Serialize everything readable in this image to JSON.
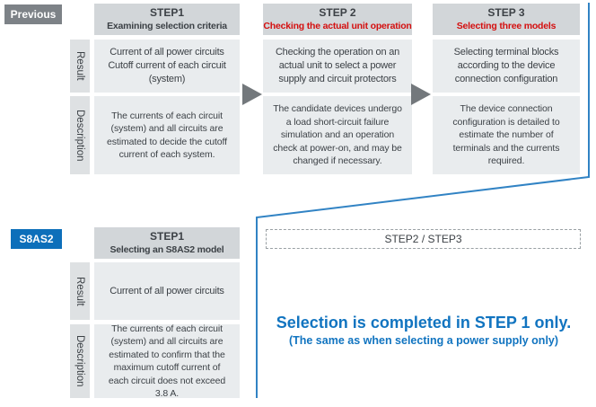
{
  "previous": {
    "label": "Previous",
    "row_labels": {
      "result": "Result",
      "description": "Description"
    },
    "steps": [
      {
        "title": "STEP1",
        "subtitle": "Examining selection criteria",
        "result": "Current of all power circuits\nCutoff current of each circuit\n(system)",
        "description": "The currents of each circuit (system) and all circuits are estimated to decide the cutoff current of each system."
      },
      {
        "title": "STEP 2",
        "subtitle": "Checking the actual unit operation",
        "result": "Checking the operation on an actual unit to select a power supply and circuit protectors",
        "description": "The candidate devices undergo a load short-circuit failure simulation and an operation check at power-on, and may be changed if necessary."
      },
      {
        "title": "STEP 3",
        "subtitle": "Selecting three models",
        "result": "Selecting terminal blocks according to the device connection configuration",
        "description": "The device connection configuration is detailed to estimate the number of terminals and the currents required."
      }
    ]
  },
  "s8as2": {
    "label": "S8AS2",
    "row_labels": {
      "result": "Result",
      "description": "Description"
    },
    "step": {
      "title": "STEP1",
      "subtitle": "Selecting an S8AS2 model",
      "result": "Current of all power circuits",
      "description": "The currents of each circuit (system) and all circuits are estimated to confirm that the maximum cutoff current of each circuit does not exceed 3.8 A."
    },
    "skipped_label": "STEP2 / STEP3",
    "callout": {
      "title": "Selection is completed in STEP 1 only.",
      "subtitle": "(The same as when selecting a power supply only)"
    }
  },
  "colors": {
    "brand_blue": "#0d6fba",
    "callout_blue": "#1174c0",
    "step_highlight_red": "#d40f0f",
    "previous_label_gray": "#7d8287"
  }
}
